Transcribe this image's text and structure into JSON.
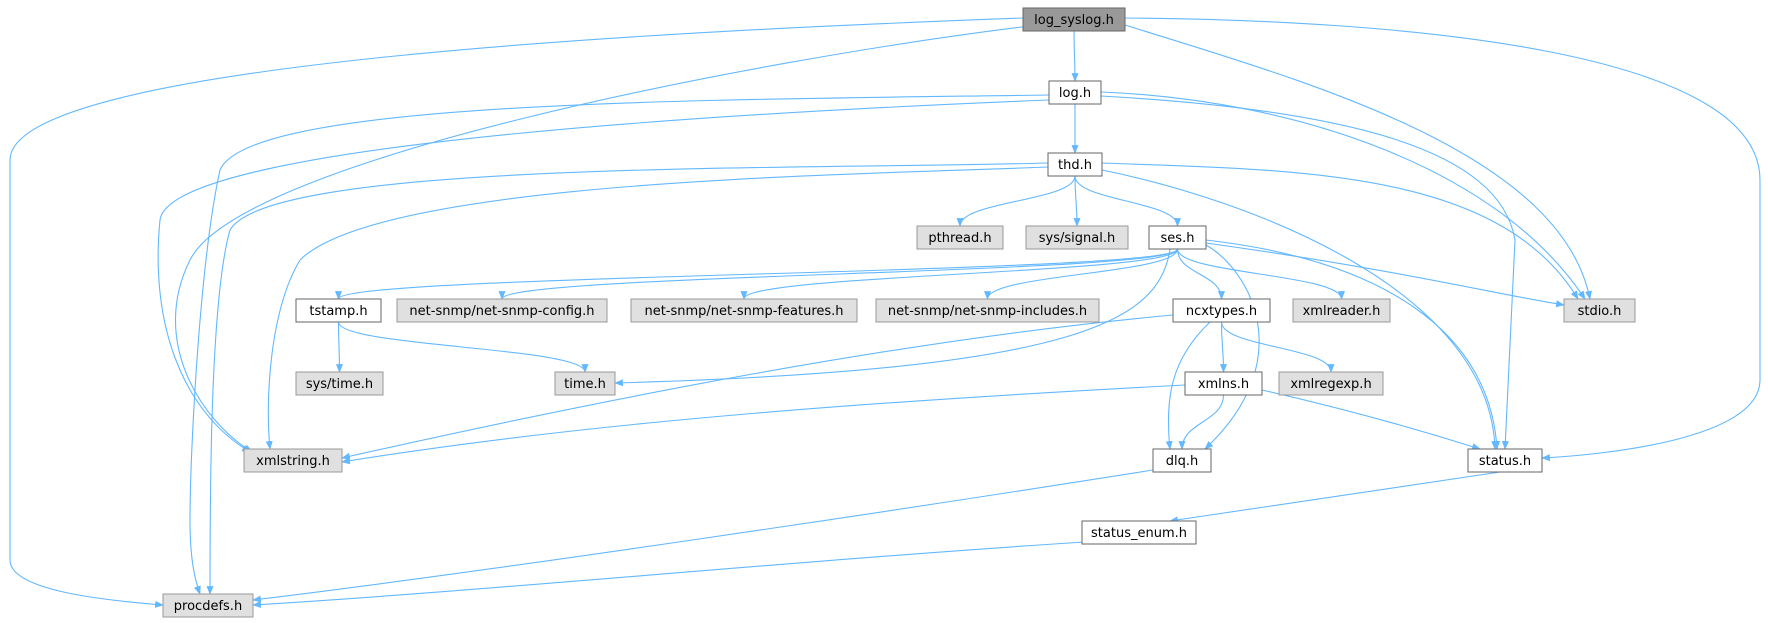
{
  "colors": {
    "edge": "#63b8ff",
    "root_fill": "#999999",
    "root_stroke": "#666666",
    "local_fill": "#ffffff",
    "local_stroke": "#666666",
    "system_fill": "#e0e0e0",
    "system_stroke": "#999999",
    "text": "#000000"
  },
  "nodes": [
    {
      "id": "log_syslog",
      "label": "log_syslog.h",
      "kind": "root"
    },
    {
      "id": "log",
      "label": "log.h",
      "kind": "local"
    },
    {
      "id": "thd",
      "label": "thd.h",
      "kind": "local"
    },
    {
      "id": "pthread",
      "label": "pthread.h",
      "kind": "system"
    },
    {
      "id": "sys_signal",
      "label": "sys/signal.h",
      "kind": "system"
    },
    {
      "id": "ses",
      "label": "ses.h",
      "kind": "local"
    },
    {
      "id": "tstamp",
      "label": "tstamp.h",
      "kind": "local"
    },
    {
      "id": "netsnmp_config",
      "label": "net-snmp/net-snmp-config.h",
      "kind": "system"
    },
    {
      "id": "netsnmp_features",
      "label": "net-snmp/net-snmp-features.h",
      "kind": "system"
    },
    {
      "id": "netsnmp_includes",
      "label": "net-snmp/net-snmp-includes.h",
      "kind": "system"
    },
    {
      "id": "ncxtypes",
      "label": "ncxtypes.h",
      "kind": "local"
    },
    {
      "id": "xmlreader",
      "label": "xmlreader.h",
      "kind": "system"
    },
    {
      "id": "stdio",
      "label": "stdio.h",
      "kind": "system"
    },
    {
      "id": "sys_time",
      "label": "sys/time.h",
      "kind": "system"
    },
    {
      "id": "time",
      "label": "time.h",
      "kind": "system"
    },
    {
      "id": "xmlns",
      "label": "xmlns.h",
      "kind": "local"
    },
    {
      "id": "xmlregexp",
      "label": "xmlregexp.h",
      "kind": "system"
    },
    {
      "id": "xmlstring",
      "label": "xmlstring.h",
      "kind": "system"
    },
    {
      "id": "dlq",
      "label": "dlq.h",
      "kind": "local"
    },
    {
      "id": "status",
      "label": "status.h",
      "kind": "local"
    },
    {
      "id": "status_enum",
      "label": "status_enum.h",
      "kind": "local"
    },
    {
      "id": "procdefs",
      "label": "procdefs.h",
      "kind": "system"
    }
  ],
  "edges": [
    {
      "from": "log_syslog",
      "to": "log"
    },
    {
      "from": "log_syslog",
      "to": "procdefs"
    },
    {
      "from": "log_syslog",
      "to": "xmlstring"
    },
    {
      "from": "log_syslog",
      "to": "stdio"
    },
    {
      "from": "log_syslog",
      "to": "status"
    },
    {
      "from": "log",
      "to": "thd"
    },
    {
      "from": "log",
      "to": "procdefs"
    },
    {
      "from": "log",
      "to": "xmlstring"
    },
    {
      "from": "log",
      "to": "stdio"
    },
    {
      "from": "log",
      "to": "status"
    },
    {
      "from": "thd",
      "to": "pthread"
    },
    {
      "from": "thd",
      "to": "sys_signal"
    },
    {
      "from": "thd",
      "to": "ses"
    },
    {
      "from": "thd",
      "to": "procdefs"
    },
    {
      "from": "thd",
      "to": "xmlstring"
    },
    {
      "from": "thd",
      "to": "stdio"
    },
    {
      "from": "thd",
      "to": "status"
    },
    {
      "from": "ses",
      "to": "tstamp"
    },
    {
      "from": "ses",
      "to": "netsnmp_config"
    },
    {
      "from": "ses",
      "to": "netsnmp_features"
    },
    {
      "from": "ses",
      "to": "netsnmp_includes"
    },
    {
      "from": "ses",
      "to": "ncxtypes"
    },
    {
      "from": "ses",
      "to": "xmlreader"
    },
    {
      "from": "ses",
      "to": "stdio"
    },
    {
      "from": "ses",
      "to": "time"
    },
    {
      "from": "ses",
      "to": "dlq"
    },
    {
      "from": "ses",
      "to": "status"
    },
    {
      "from": "tstamp",
      "to": "sys_time"
    },
    {
      "from": "tstamp",
      "to": "time"
    },
    {
      "from": "ncxtypes",
      "to": "xmlns"
    },
    {
      "from": "ncxtypes",
      "to": "xmlregexp"
    },
    {
      "from": "ncxtypes",
      "to": "xmlstring"
    },
    {
      "from": "ncxtypes",
      "to": "dlq"
    },
    {
      "from": "xmlns",
      "to": "xmlstring"
    },
    {
      "from": "xmlns",
      "to": "dlq"
    },
    {
      "from": "xmlns",
      "to": "status"
    },
    {
      "from": "dlq",
      "to": "procdefs"
    },
    {
      "from": "status",
      "to": "status_enum"
    },
    {
      "from": "status_enum",
      "to": "procdefs"
    }
  ]
}
